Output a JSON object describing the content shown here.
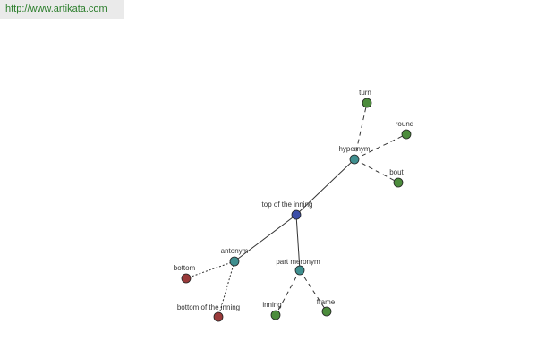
{
  "header": {
    "url_text": "http://www.artikata.com"
  },
  "colors": {
    "root_node": "#3b4ea8",
    "relation_node": "#3f8f8f",
    "related_node": "#4c8c3c",
    "antonym_node": "#9a3a3a",
    "solid_edge": "#333333",
    "dashed_edge": "#333333",
    "url_text": "#2a7d2a",
    "url_bg": "#eaeaea"
  },
  "graph": {
    "root": {
      "id": "root",
      "label": "top of the inning"
    },
    "relations": [
      {
        "id": "hypernym",
        "label": "hypernym"
      },
      {
        "id": "antonym",
        "label": "antonym"
      },
      {
        "id": "part-meronym",
        "label": "part meronym"
      }
    ],
    "terms": [
      {
        "id": "turn",
        "label": "turn",
        "relation": "hypernym",
        "kind": "related"
      },
      {
        "id": "round",
        "label": "round",
        "relation": "hypernym",
        "kind": "related"
      },
      {
        "id": "bout",
        "label": "bout",
        "relation": "hypernym",
        "kind": "related"
      },
      {
        "id": "bottom",
        "label": "bottom",
        "relation": "antonym",
        "kind": "antonym"
      },
      {
        "id": "bottom-of-the-inning",
        "label": "bottom of the inning",
        "relation": "antonym",
        "kind": "antonym"
      },
      {
        "id": "inning",
        "label": "inning",
        "relation": "part-meronym",
        "kind": "related"
      },
      {
        "id": "frame",
        "label": "frame",
        "relation": "part-meronym",
        "kind": "related"
      }
    ]
  }
}
